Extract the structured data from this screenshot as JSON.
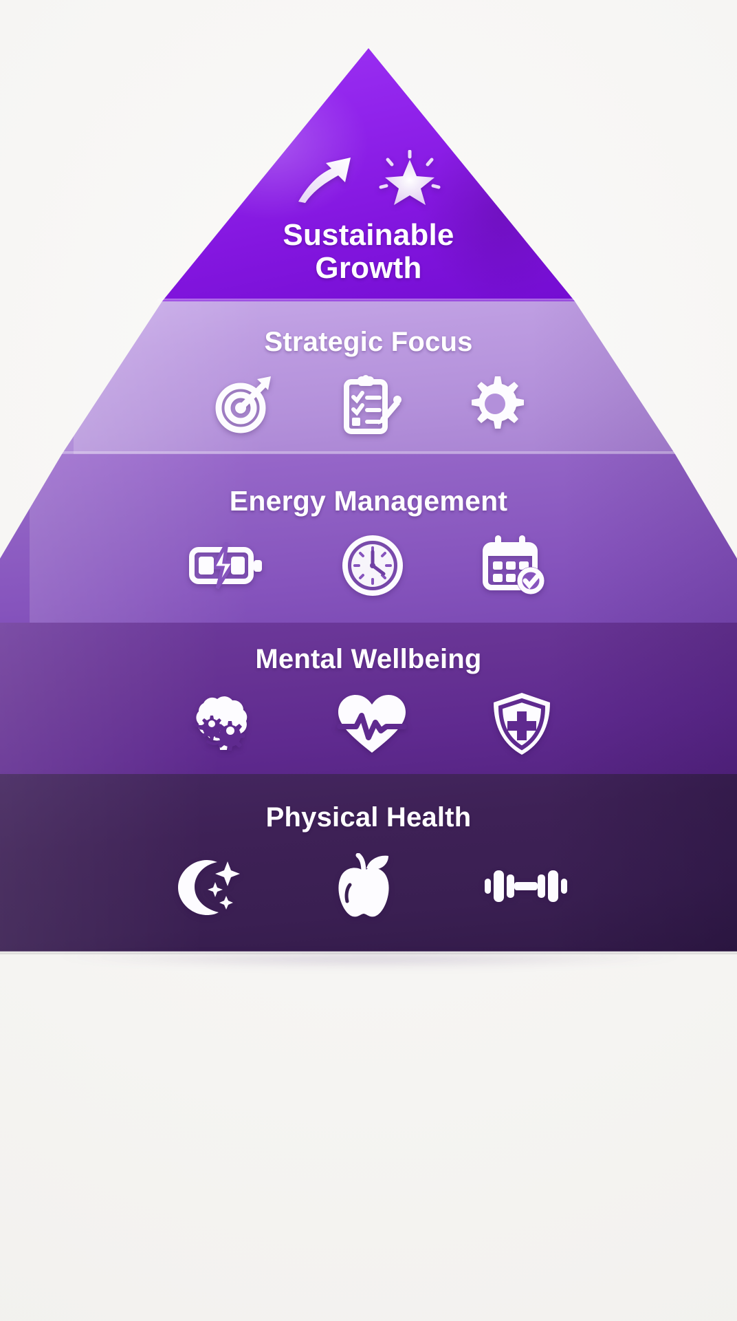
{
  "theme": {
    "background": "#f8f7f5",
    "text_color": "#ffffff",
    "accent": "#8a1ee0"
  },
  "diagram": {
    "type": "pyramid",
    "orientation": "apex-up",
    "tier_count": 5,
    "tiers": [
      {
        "index": 1,
        "label": "Sustainable\nGrowth",
        "label_flat": "Sustainable Growth",
        "color": "#8a1ee0",
        "color_top": "#9b2ff0",
        "color_bottom": "#6e0ccc",
        "font_size": 44,
        "icons": [
          "growth-arrow-icon",
          "sparkle-star-icon"
        ]
      },
      {
        "index": 2,
        "label": "Strategic Focus",
        "label_flat": "Strategic Focus",
        "color": "#b794dd",
        "color_top": "#c3a4e4",
        "color_bottom": "#ab86d4",
        "font_size": 40,
        "icons": [
          "target-icon",
          "clipboard-checklist-pencil-icon",
          "gear-icon"
        ]
      },
      {
        "index": 3,
        "label": "Energy Management",
        "label_flat": "Energy Management",
        "color": "#8654bd",
        "color_top": "#9562c9",
        "color_bottom": "#7a49b2",
        "font_size": 41,
        "icons": [
          "battery-charging-icon",
          "clock-icon",
          "calendar-check-icon"
        ]
      },
      {
        "index": 4,
        "label": "Mental Wellbeing",
        "label_flat": "Mental Wellbeing",
        "color": "#5f2a8f",
        "color_top": "#6b3199",
        "color_bottom": "#552482",
        "font_size": 40,
        "icons": [
          "brain-gears-icon",
          "heart-pulse-icon",
          "shield-medical-cross-icon"
        ]
      },
      {
        "index": 5,
        "label": "Physical Health",
        "label_flat": "Physical Health",
        "color": "#3a1f52",
        "color_top": "#412459",
        "color_bottom": "#331a49",
        "font_size": 40,
        "icons": [
          "moon-stars-icon",
          "apple-icon",
          "dumbbell-icon"
        ]
      }
    ]
  }
}
